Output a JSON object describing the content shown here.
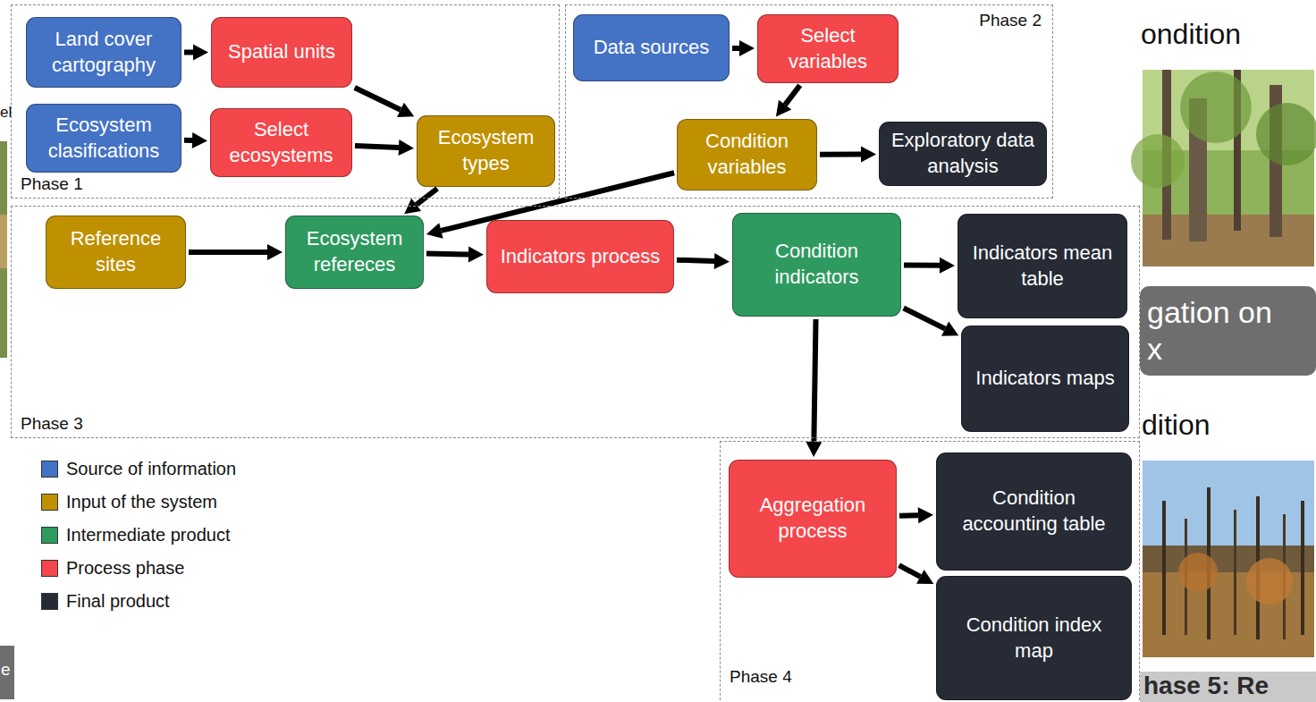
{
  "diagram": {
    "nodes": [
      {
        "text": [
          "Phase 1"
        ]
      },
      {
        "text": [
          "Land cover cartography"
        ],
        "in": 0
      },
      {
        "text": [
          "Spatial units"
        ],
        "in": 0
      },
      {
        "text": [
          "Ecosystem clasifications"
        ],
        "in": 0
      },
      {
        "text": [
          "Select ecosystems"
        ],
        "in": 0
      },
      {
        "text": [
          "Ecosystem types"
        ],
        "in": 0
      },
      {
        "text": [
          "Phase 2"
        ]
      },
      {
        "text": [
          "Data sources"
        ],
        "in": 6
      },
      {
        "text": [
          "Select variables"
        ],
        "in": 6
      },
      {
        "text": [
          "Condition variables"
        ],
        "in": 6
      },
      {
        "text": [
          "Exploratory data analysis"
        ],
        "in": 6
      },
      {
        "text": [
          "Phase 3"
        ]
      },
      {
        "text": [
          "Reference sites"
        ],
        "in": 11
      },
      {
        "text": [
          "Ecosystem refereces"
        ],
        "in": 11
      },
      {
        "text": [
          "Indicators process"
        ],
        "in": 11
      },
      {
        "text": [
          "Condition indicators"
        ],
        "in": 11
      },
      {
        "text": [
          "Indicators mean table"
        ],
        "in": 11
      },
      {
        "text": [
          "Indicators maps"
        ],
        "in": 11
      },
      {
        "text": [
          "Phase 4"
        ]
      },
      {
        "text": [
          "Aggregation process"
        ],
        "in": 18
      },
      {
        "text": [
          "Condition accounting table"
        ],
        "in": 18
      },
      {
        "text": [
          "Condition index map"
        ],
        "in": 18
      },
      {
        "text": [
          "gation on x"
        ]
      },
      {
        "text": [
          "hase 5: Re"
        ]
      }
    ],
    "edges": [
      {
        "from": 1,
        "to": 2,
        "arrow": "to"
      },
      {
        "from": 3,
        "to": 4,
        "arrow": "to"
      },
      {
        "from": 2,
        "to": 5,
        "arrow": "to"
      },
      {
        "from": 4,
        "to": 5,
        "arrow": "to"
      },
      {
        "from": 7,
        "to": 8,
        "arrow": "to"
      },
      {
        "from": 8,
        "to": 9,
        "arrow": "to"
      },
      {
        "from": 9,
        "to": 10,
        "arrow": "to"
      },
      {
        "from": 5,
        "to": 13,
        "arrow": "to"
      },
      {
        "from": 9,
        "to": 13,
        "arrow": "to"
      },
      {
        "from": 12,
        "to": 13,
        "arrow": "to"
      },
      {
        "from": 13,
        "to": 14,
        "arrow": "to"
      },
      {
        "from": 14,
        "to": 15,
        "arrow": "to"
      },
      {
        "from": 15,
        "to": 16,
        "arrow": "to"
      },
      {
        "from": 15,
        "to": 17,
        "arrow": "to"
      },
      {
        "from": 15,
        "to": 19,
        "arrow": "to"
      },
      {
        "from": 19,
        "to": 20,
        "arrow": "to"
      },
      {
        "from": 19,
        "to": 21,
        "arrow": "to"
      }
    ],
    "labels": [
      "ondition",
      "dition",
      "el",
      "e"
    ],
    "legend": [
      {
        "text": "Source of information",
        "color": "#4472c4"
      },
      {
        "text": "Input of the system",
        "color": "#bf9000"
      },
      {
        "text": "Intermediate product",
        "color": "#2e9a5f"
      },
      {
        "text": "Process phase",
        "color": "#f4474b"
      },
      {
        "text": "Final product",
        "color": "#262b36"
      }
    ]
  }
}
